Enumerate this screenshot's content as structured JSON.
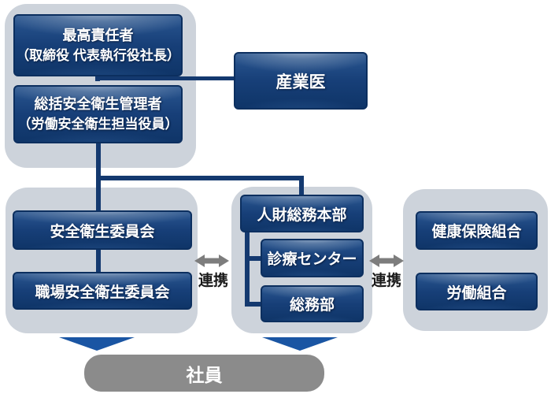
{
  "colors": {
    "background": "#ffffff",
    "container_gray": "#cdd3db",
    "node_navy_dark": "#0f3568",
    "node_navy_mid": "#173f78",
    "node_border": "#0c2f5f",
    "connector_navy": "#14396f",
    "down_arrow_blue": "#1a55a3",
    "link_arrow_gray": "#7d7d7d",
    "employees_gray": "#8b8b8b",
    "node_text": "#ffffff",
    "link_label_text": "#1a1a1a"
  },
  "groups": {
    "executive": {
      "top_executive": {
        "line1": "最高責任者",
        "line2": "（取締役 代表執行役社長）"
      },
      "general_safety_manager": {
        "line1": "総括安全衛生管理者",
        "line2": "（労働安全衛生担当役員）"
      }
    },
    "industrial_physician": {
      "label": "産業医"
    },
    "committees": {
      "safety_committee": {
        "label": "安全衛生委員会"
      },
      "workplace_safety_committee": {
        "label": "職場安全衛生委員会"
      }
    },
    "hr": {
      "hr_general_affairs_hq": {
        "label": "人財総務本部"
      },
      "medical_center": {
        "label": "診療センター"
      },
      "general_affairs_dept": {
        "label": "総務部"
      }
    },
    "external": {
      "health_insurance_union": {
        "label": "健康保険組合"
      },
      "labor_union": {
        "label": "労働組合"
      }
    },
    "employees": {
      "label": "社員"
    },
    "links": {
      "left_label": "連携",
      "right_label": "連携"
    }
  }
}
